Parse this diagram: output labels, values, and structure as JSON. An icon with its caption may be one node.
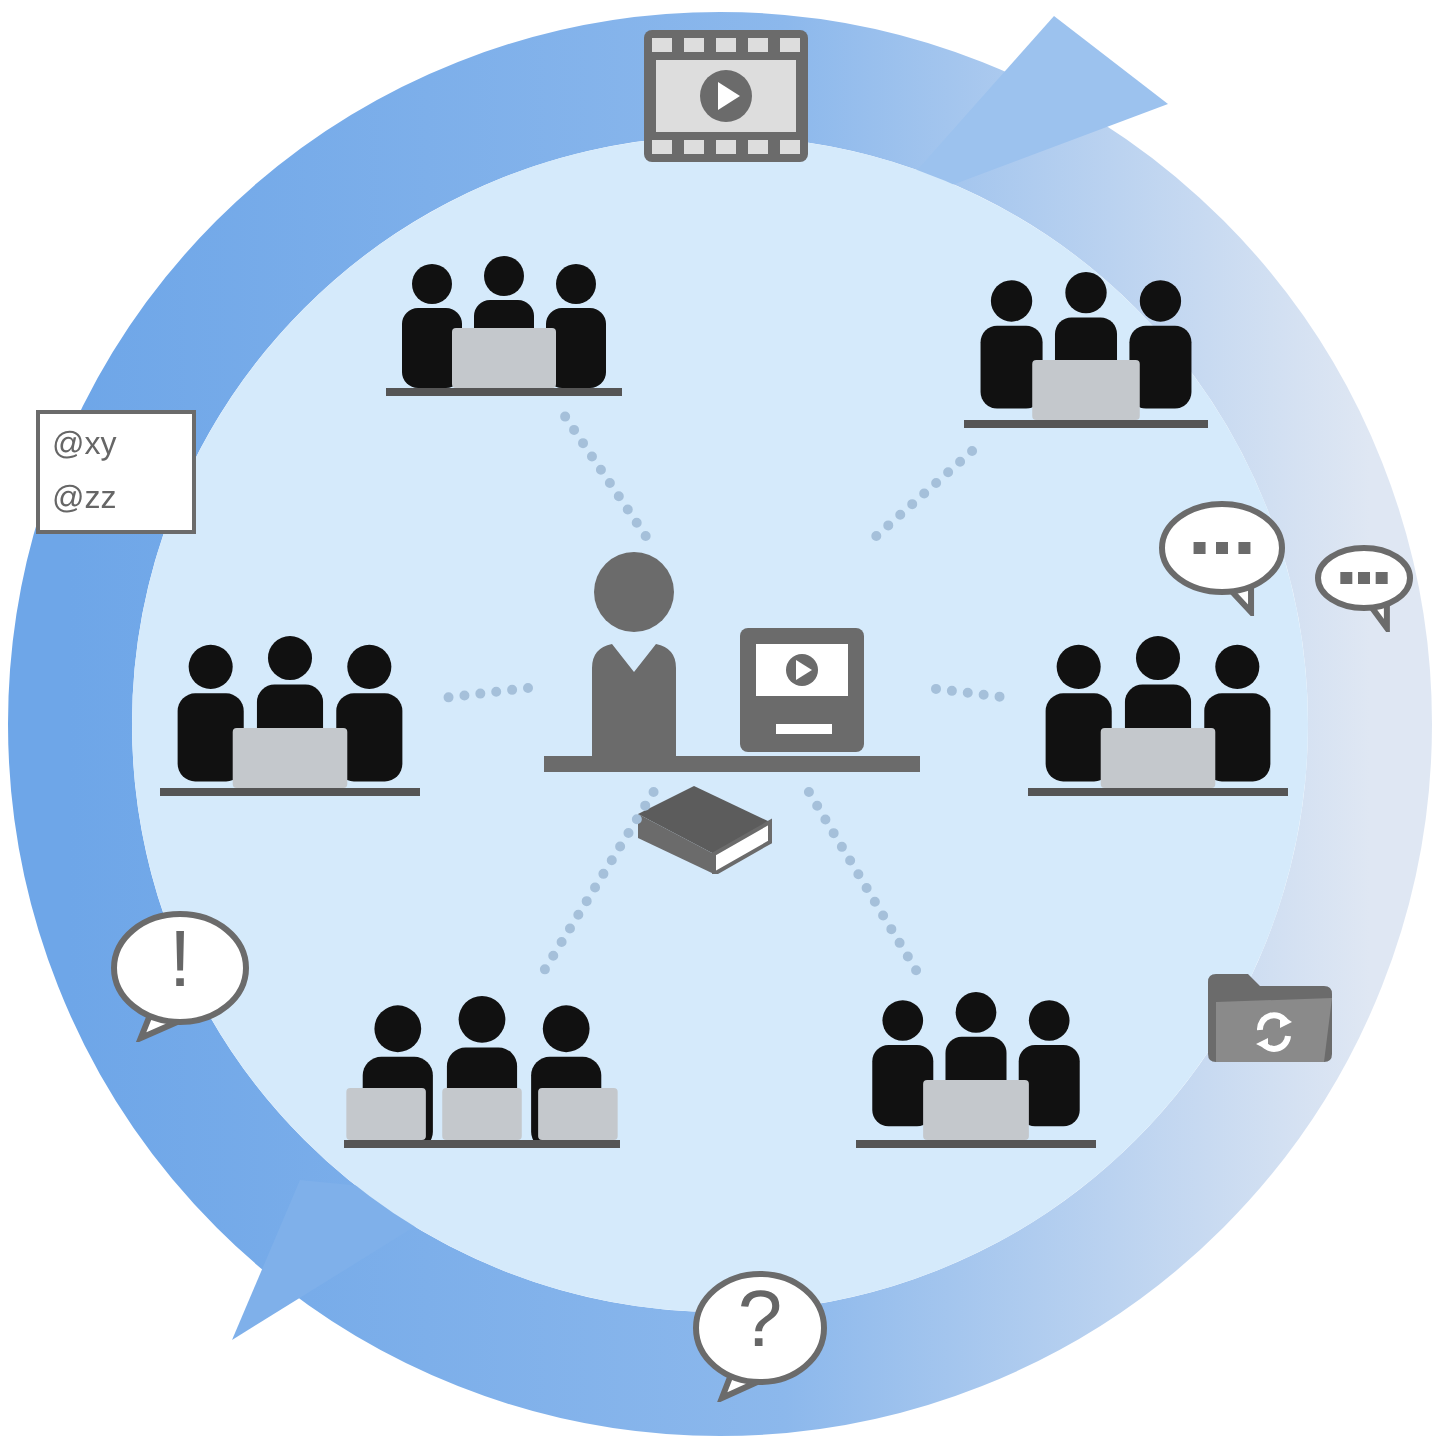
{
  "diagram": {
    "nodes": [
      {
        "text": [
          "@xy",
          "@zz"
        ]
      },
      {
        "text": [
          "!"
        ]
      },
      {
        "text": [
          "?"
        ]
      },
      {
        "text": [],
        "shape": "picture"
      },
      {
        "text": [],
        "shape": "picture"
      },
      {
        "text": [],
        "shape": "picture"
      },
      {
        "text": [],
        "shape": "picture"
      },
      {
        "text": [],
        "shape": "picture"
      },
      {
        "text": [],
        "shape": "picture"
      },
      {
        "text": [],
        "shape": "picture"
      }
    ],
    "edges": [
      {
        "from": 3,
        "to": 4,
        "arrow": "none",
        "style": "dashed"
      },
      {
        "from": 3,
        "to": 5,
        "arrow": "none",
        "style": "dashed"
      },
      {
        "from": 3,
        "to": 6,
        "arrow": "none",
        "style": "dashed"
      },
      {
        "from": 3,
        "to": 7,
        "arrow": "none",
        "style": "dashed"
      },
      {
        "from": 3,
        "to": 8,
        "arrow": "none",
        "style": "dashed"
      },
      {
        "from": 3,
        "to": 9,
        "arrow": "none",
        "style": "dashed"
      }
    ]
  }
}
